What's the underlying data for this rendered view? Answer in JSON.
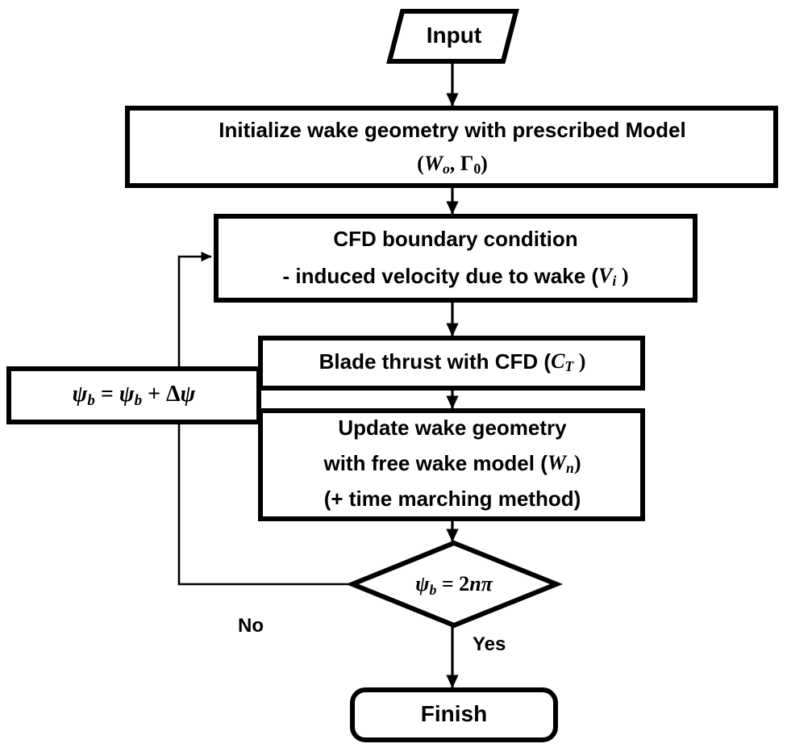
{
  "diagram": {
    "title": "CFD / free-wake coupling flowchart",
    "background_color": "#ffffff",
    "line_color": "#000000",
    "nodes": {
      "input": {
        "shape": "parallelogram",
        "label": "Input"
      },
      "initialize": {
        "shape": "rectangle",
        "line1": "Initialize wake geometry with prescribed Model",
        "line2_open": "(",
        "line2_sym1": "W",
        "line2_sub1": "o",
        "line2_comma": ", ",
        "line2_sym2": "Γ",
        "line2_sub2": "0",
        "line2_close": ")"
      },
      "cfd_bc": {
        "shape": "rectangle",
        "line1": "CFD boundary condition",
        "line2_pre": "- induced velocity due to wake (",
        "line2_sym": "V",
        "line2_sub": "i",
        "line2_post": " )"
      },
      "blade_thrust": {
        "shape": "rectangle",
        "line1_pre": "Blade thrust with CFD (",
        "line1_sym": "C",
        "line1_sub": "T",
        "line1_post": " )"
      },
      "update_wake": {
        "shape": "rectangle",
        "line1": "Update wake geometry",
        "line2_pre": "with free wake model (",
        "line2_sym": "W",
        "line2_sub": "n",
        "line2_post": ")",
        "line3": "(+ time marching method)"
      },
      "psi_update": {
        "shape": "rectangle",
        "sym": "ψ",
        "sub": "b",
        "eq": " = ",
        "sym2": "ψ",
        "sub2": "b",
        "plus": " + ",
        "delta": "Δ",
        "sym3": "ψ"
      },
      "decision": {
        "shape": "diamond",
        "sym": "ψ",
        "sub": "b",
        "eq": " = 2",
        "n": "n",
        "pi": "π"
      },
      "finish": {
        "shape": "rounded-rectangle",
        "label": "Finish"
      }
    },
    "edge_labels": {
      "no": "No",
      "yes": "Yes"
    }
  }
}
